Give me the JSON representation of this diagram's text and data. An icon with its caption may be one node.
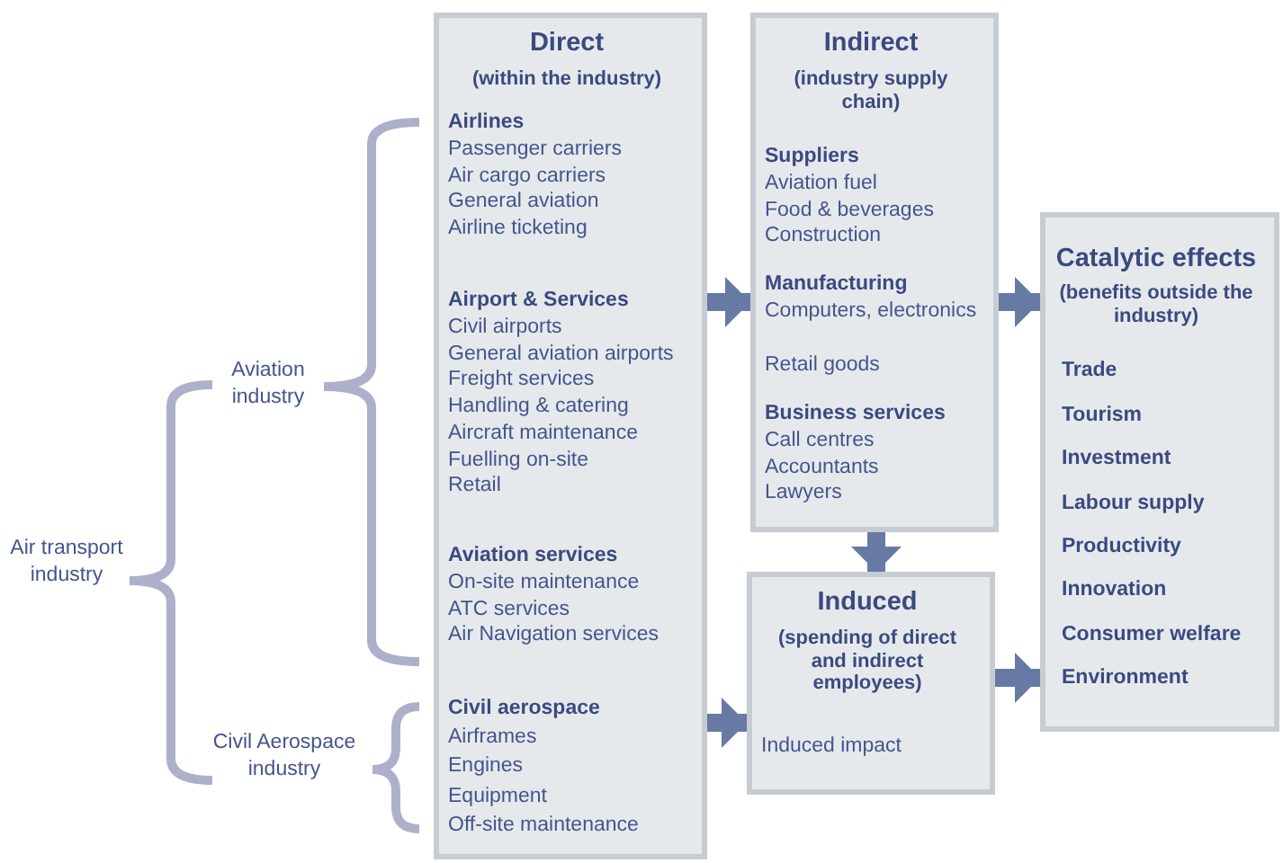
{
  "diagram": {
    "nodes": [
      {
        "text": [
          "Direct",
          "(within the industry)",
          "Airlines",
          "Passenger carriers",
          "Air cargo carriers",
          "General aviation",
          "Airline ticketing",
          "Airport & Services",
          "Civil airports",
          "General aviation airports",
          "Freight services",
          "Handling & catering",
          "Aircraft maintenance",
          "Fuelling on-site",
          "Retail",
          "Aviation services",
          "On-site maintenance",
          "ATC services",
          "Air Navigation services",
          "Civil aerospace",
          "Airframes",
          "Engines",
          "Equipment",
          "Off-site maintenance"
        ]
      },
      {
        "text": [
          "Indirect",
          "(industry supply chain)",
          "Suppliers",
          "Aviation fuel",
          "Food & beverages",
          "Construction",
          "Manufacturing",
          "Computers, electronics",
          "Retail goods",
          "Business services",
          "Call centres",
          "Accountants",
          "Lawyers"
        ]
      },
      {
        "text": [
          "Induced",
          "(spending of direct and indirect employees)",
          "Induced impact"
        ]
      },
      {
        "text": [
          "Catalytic effects",
          "(benefits outside the industry)",
          "Trade",
          "Tourism",
          "Investment",
          "Labour supply",
          "Productivity",
          "Innovation",
          "Consumer welfare",
          "Environment"
        ]
      }
    ],
    "edges": [
      {
        "from": 0,
        "to": 1,
        "arrow": "to"
      },
      {
        "from": 0,
        "to": 2,
        "arrow": "to"
      },
      {
        "from": 1,
        "to": 2,
        "arrow": "to"
      },
      {
        "from": 1,
        "to": 3,
        "arrow": "to"
      },
      {
        "from": 2,
        "to": 3,
        "arrow": "to"
      }
    ],
    "labels": [
      "Air transport industry",
      "Aviation industry",
      "Civil Aerospace industry"
    ]
  }
}
